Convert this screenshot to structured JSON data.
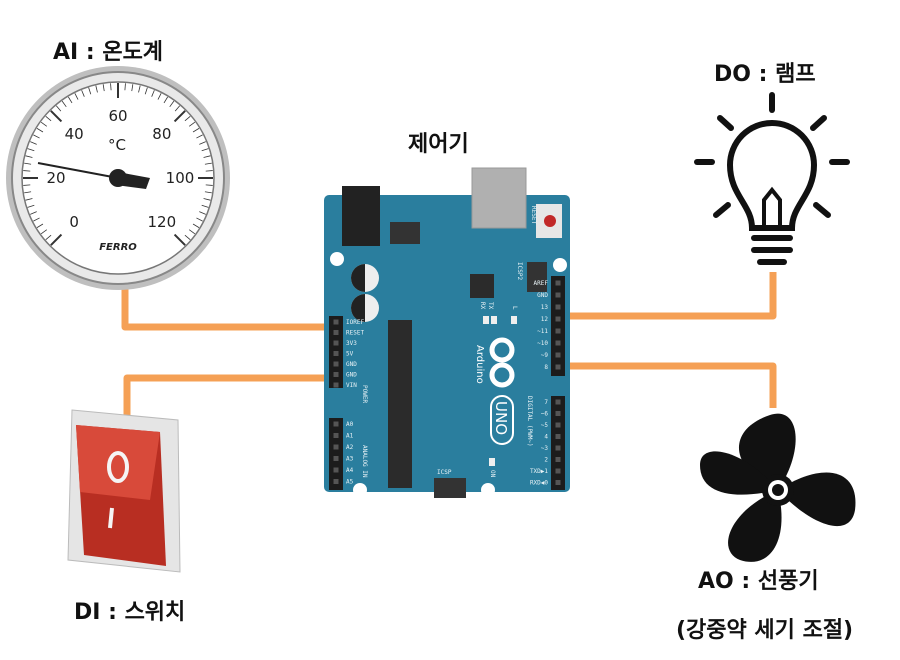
{
  "labels": {
    "thermometer": "AI : 온도계",
    "controller": "제어기",
    "lamp": "DO : 램프",
    "switch": "DI : 스위치",
    "fan": "AO : 선풍기",
    "fan_note": "(강중약 세기 조절)"
  },
  "thermometer": {
    "ticks": [
      "0",
      "20",
      "40",
      "60",
      "80",
      "100",
      "120"
    ],
    "unit": "°C",
    "brand": "FERRO"
  },
  "arduino": {
    "brand": "Arduino",
    "model": "UNO",
    "reset": "RESET",
    "icsp": "ICSP",
    "icsp2": "ICSP2",
    "tx": "TX",
    "rx": "RX",
    "l": "L",
    "on": "ON",
    "power": "POWER",
    "analog": "ANALOG IN",
    "digital": "DIGITAL (PWM~)",
    "left_pins": [
      "IOREF",
      "RESET",
      "3V3",
      "5V",
      "GND",
      "GND",
      "VIN"
    ],
    "analog_pins": [
      "A0",
      "A1",
      "A2",
      "A3",
      "A4",
      "A5"
    ],
    "right_pins_top": [
      "AREF",
      "GND",
      "13",
      "12",
      "~11",
      "~10",
      "~9",
      "8"
    ],
    "right_pins_bottom": [
      "7",
      "~6",
      "~5",
      "4",
      "~3",
      "2",
      "TXD▶1",
      "RXD◀0"
    ]
  },
  "colors": {
    "wire": "#f5a055",
    "board": "#2a7e9e",
    "switch": "#c8392b"
  }
}
